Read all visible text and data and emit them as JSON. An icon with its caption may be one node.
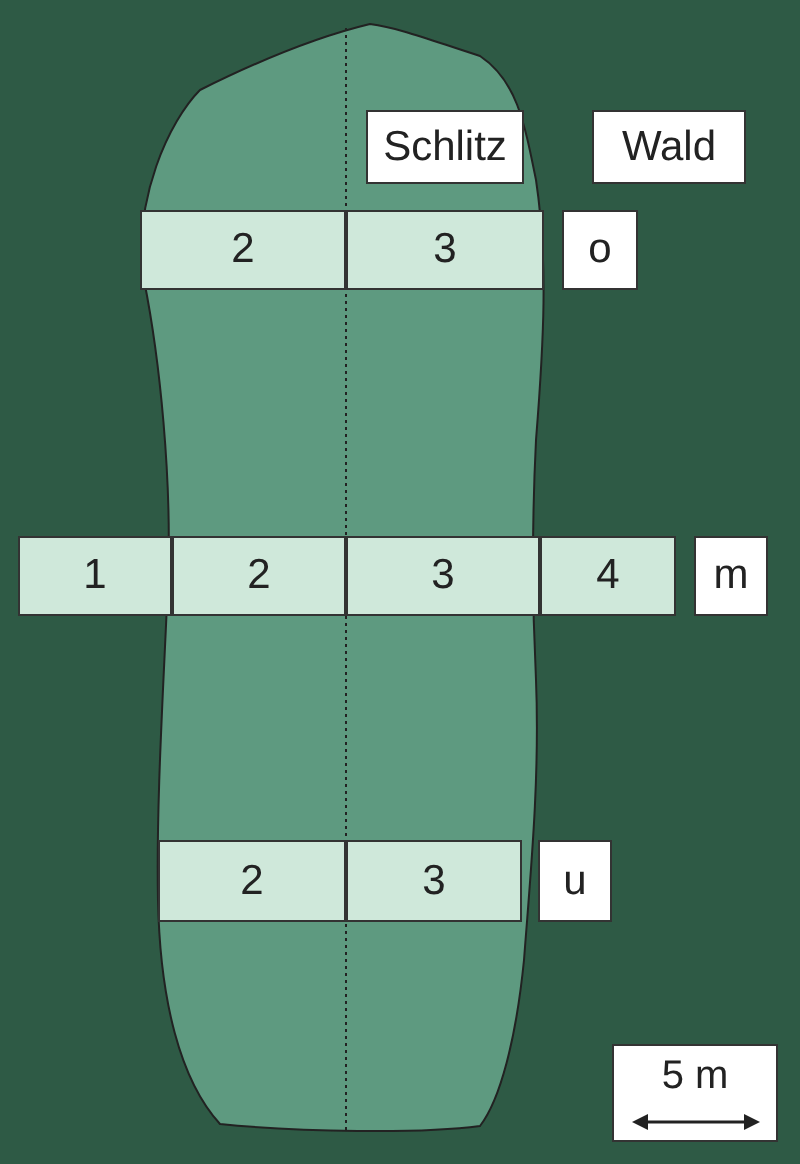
{
  "diagram": {
    "nodes": [
      {
        "text": [
          "Schlitz"
        ]
      },
      {
        "text": [
          "Wald"
        ]
      },
      {
        "text": [
          "2"
        ]
      },
      {
        "text": [
          "3"
        ]
      },
      {
        "text": [
          "o"
        ]
      },
      {
        "text": [
          "1"
        ]
      },
      {
        "text": [
          "2"
        ]
      },
      {
        "text": [
          "3"
        ]
      },
      {
        "text": [
          "4"
        ]
      },
      {
        "text": [
          "m"
        ]
      },
      {
        "text": [
          "2"
        ]
      },
      {
        "text": [
          "3"
        ]
      },
      {
        "text": [
          "u"
        ]
      }
    ],
    "labels": [
      "5 m"
    ]
  }
}
